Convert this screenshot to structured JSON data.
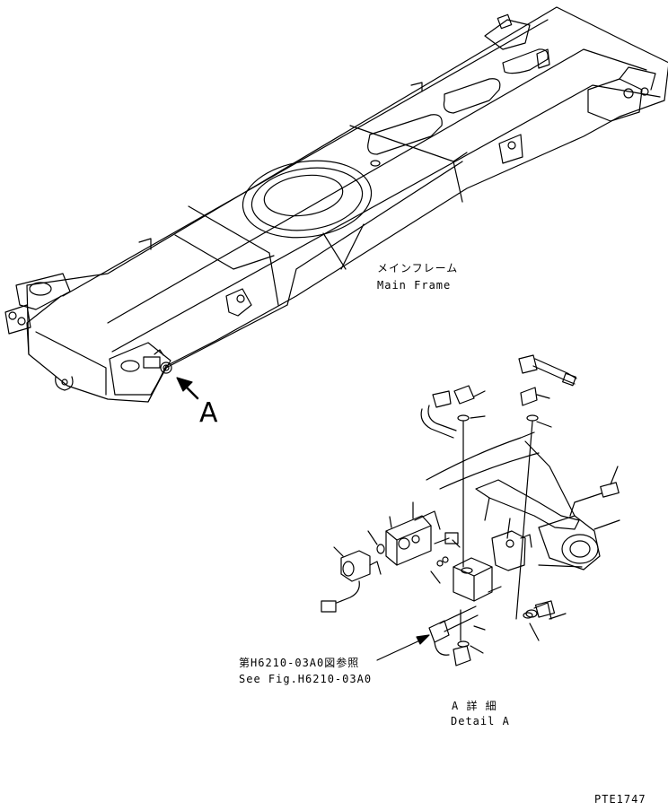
{
  "labels": {
    "main_frame_jp": "メインフレーム",
    "main_frame_en": "Main Frame",
    "view_letter": "A",
    "see_fig_jp": "第H6210-03A0図参照",
    "see_fig_en": "See Fig.H6210-03A0",
    "detail_jp": "A 詳 細",
    "detail_en": "Detail A",
    "drawing_number": "PTE1747"
  },
  "colors": {
    "line": "#000000",
    "background": "#ffffff"
  }
}
